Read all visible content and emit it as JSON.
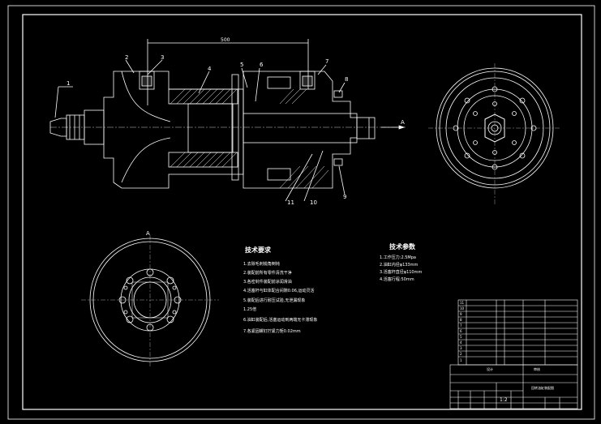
{
  "drawing": {
    "dimension_top": "500",
    "view_label": "A",
    "section_arrow": "A",
    "part_labels": [
      "1",
      "2",
      "3",
      "4",
      "5",
      "6",
      "7",
      "8",
      "9",
      "10",
      "11"
    ]
  },
  "technical_requirements": {
    "title": "技术要求",
    "items": [
      "1.去除毛刺锐角倒钝",
      "2.装配前所有零件清洗干净",
      "3.各密封件装配前涂润滑油",
      "4.活塞杆与缸体配合间隙0.06,运动灵活",
      "5.装配后进行耐压试验,无泄漏现象",
      "   1.25倍",
      "6.油缸装配后,活塞运动到两端无卡滞现象",
      "7.各紧固螺钉拧紧力矩0.02mm"
    ]
  },
  "technical_parameters": {
    "title": "技术参数",
    "items": [
      "1.工作压力:2.5Mpa",
      "2.油缸内径φ133mm",
      "3.活塞杆直径φ110mm",
      "4.活塞行程:50mm"
    ]
  },
  "title_block": {
    "rows": [
      "11",
      "10",
      "9",
      "8",
      "7",
      "6",
      "5",
      "4",
      "3",
      "2",
      "1"
    ],
    "drawing_name": "回转油缸装配图",
    "scale": "1:2",
    "designer": "设计",
    "checker": "审核"
  }
}
